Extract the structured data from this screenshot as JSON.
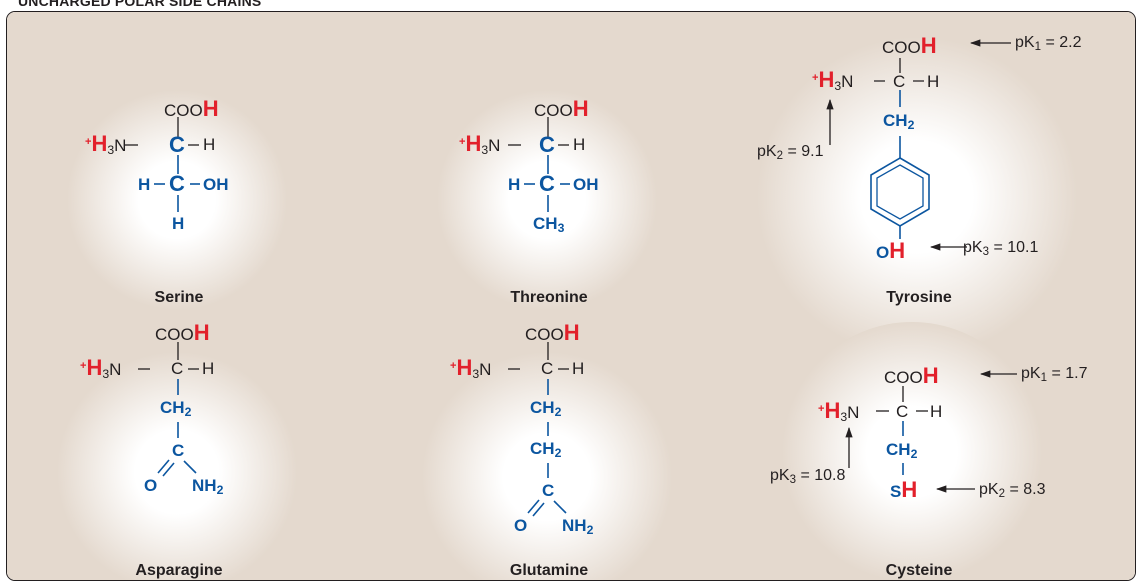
{
  "heading": "UNCHARGED POLAR SIDE CHAINS",
  "colors": {
    "panel_bg": "#e4d9ce",
    "heading_text": "#231f20",
    "side_chain": "#0c56a0",
    "ionizable_h": "#e2202b"
  },
  "atoms": {
    "COO": "COO",
    "H": "H",
    "N": "N",
    "C": "C",
    "OH": "OH",
    "O": "O",
    "S": "S",
    "CH": "CH",
    "NH": "NH",
    "sub2": "2",
    "sub3": "3",
    "plus": "+"
  },
  "amino_acids": [
    {
      "name": "Serine"
    },
    {
      "name": "Threonine"
    },
    {
      "name": "Tyrosine",
      "pk_labels": [
        {
          "prefix": "pK",
          "index": "1",
          "value": "= 2.2"
        },
        {
          "prefix": "pK",
          "index": "2",
          "value": "= 9.1"
        },
        {
          "prefix": "pK",
          "index": "3",
          "value": "= 10.1"
        }
      ]
    },
    {
      "name": "Asparagine"
    },
    {
      "name": "Glutamine"
    },
    {
      "name": "Cysteine",
      "pk_labels": [
        {
          "prefix": "pK",
          "index": "1",
          "value": "= 1.7"
        },
        {
          "prefix": "pK",
          "index": "2",
          "value": "= 8.3"
        },
        {
          "prefix": "pK",
          "index": "3",
          "value": "= 10.8"
        }
      ]
    }
  ]
}
